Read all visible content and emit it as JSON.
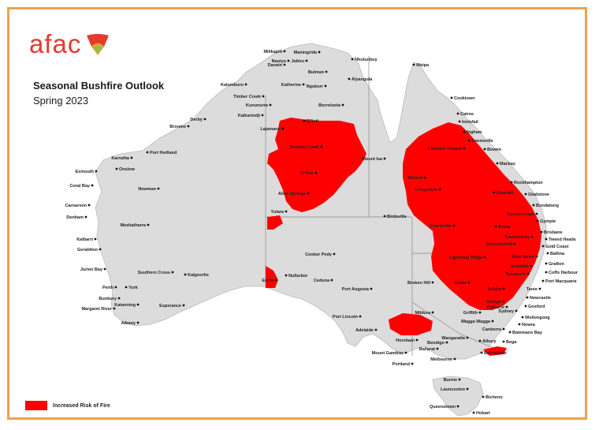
{
  "brand": {
    "name": "afac",
    "accent": "#e43b2e",
    "icon": "afac-logo-icon"
  },
  "title": "Seasonal Bushfire Outlook",
  "subtitle": "Spring 2023",
  "legend": {
    "label": "Increased Risk of Fire",
    "color": "#ff0000"
  },
  "colors": {
    "land": "#dcdcdc",
    "risk": "#ff0000",
    "border": "#f0a04b",
    "state_lines": "#888888"
  },
  "places": [
    "Milikapiti",
    "Maningrida",
    "Nauiyu",
    "Darwin",
    "Jabiru",
    "Nhulunbuy",
    "Bulman",
    "Alyangula",
    "Weipa",
    "Katherine",
    "Ngukurr",
    "Kalumburu",
    "Timber Creek",
    "Kununurra",
    "Borroloola",
    "Cooktown",
    "Cairns",
    "Innisfail",
    "Kalkarindji",
    "Derby",
    "Broome",
    "Lajamanu",
    "Elliott",
    "Ingham",
    "Townsville",
    "Charters Towers",
    "Bowen",
    "Tennant Creek",
    "Mount Isa",
    "Mackay",
    "Port Hedland",
    "Karratha",
    "Onslow",
    "Exmouth",
    "Winton",
    "Rockhampton",
    "Ti Tree",
    "Longreach",
    "Emerald",
    "Gladstone",
    "Coral Bay",
    "Newman",
    "Alice Springs",
    "Bundaberg",
    "Carnarvon",
    "Yulara",
    "Birdsville",
    "Maryborough",
    "Gympie",
    "Denham",
    "Meekatharra",
    "Charleville",
    "Roma",
    "Brisbane",
    "Toowoomba",
    "Tweed Heads",
    "Gold Coast",
    "Goondiwindi",
    "Ballina",
    "Kalbarri",
    "Geraldton",
    "Coober Pedy",
    "Lightning Ridge",
    "Glen Innes",
    "Grafton",
    "Armidale",
    "Coffs Harbour",
    "Jurien Bay",
    "Southern Cross",
    "Kalgoorlie",
    "Tamworth",
    "Cobar",
    "Port Macquarie",
    "Eucla",
    "Nullarbor",
    "Taree",
    "Perth",
    "York",
    "Ceduna",
    "Broken Hill",
    "Dubbo",
    "Bunbury",
    "Port Augusta",
    "Orange",
    "Newcastle",
    "Katanning",
    "Esperance",
    "Margaret River",
    "Bathurst",
    "Sydney",
    "Gosford",
    "Albany",
    "Port Lincoln",
    "Mildura",
    "Griffith",
    "Wollongong",
    "Adelaide",
    "Wagga Wagga",
    "Nowra",
    "Canberra",
    "Batemans Bay",
    "Wangaratta",
    "Albury",
    "Horsham",
    "Bendigo",
    "Ballarat",
    "Bega",
    "Mount Gambier",
    "Melbourne",
    "Bairnsdale",
    "Portland",
    "Burnie",
    "Launceston",
    "Bicheno",
    "Queenstown",
    "Hobart"
  ]
}
